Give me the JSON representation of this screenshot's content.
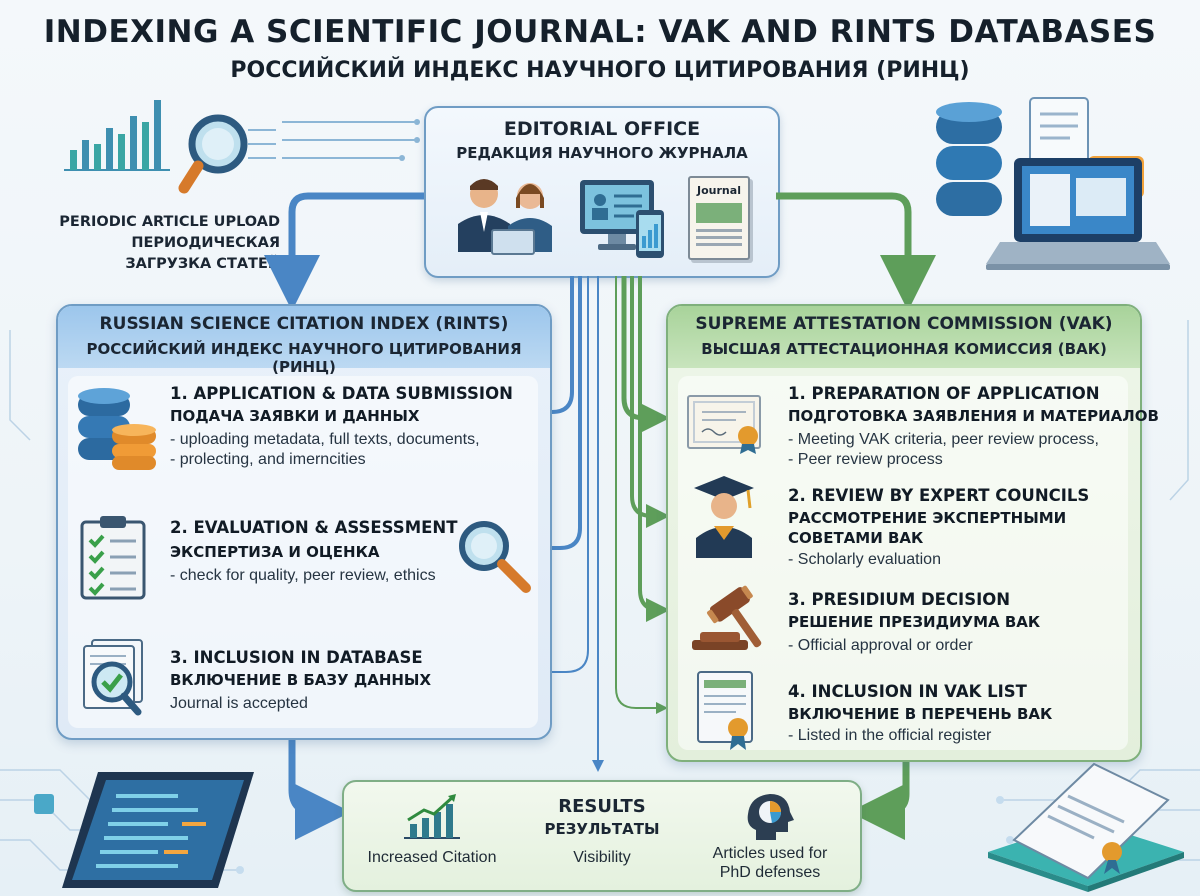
{
  "title": {
    "en": "INDEXING A SCIENTIFIC JOURNAL: VAK AND RINTS DATABASES",
    "ru": "РОССИЙСКИЙ ИНДЕКС НАУЧНОГО ЦИТИРОВАНИЯ (РИНЦ)"
  },
  "editorial": {
    "title": "EDITORIAL OFFICE",
    "subtitle": "РЕДАКЦИЯ НАУЧНОГО ЖУРНАЛА",
    "journal_label": "Journal"
  },
  "periodic_upload": {
    "line1": "PERIODIC ARTICLE UPLOAD",
    "line2": "ПЕРИОДИЧЕСКАЯ",
    "line3": "ЗАГРУЗКА СТАТЕЙ"
  },
  "rints": {
    "title": "RUSSIAN SCIENCE CITATION INDEX (RINTS)",
    "subtitle": "РОССИЙСКИЙ ИНДЕКС НАУЧНОГО ЦИТИРОВАНИЯ (РИНЦ)",
    "steps": [
      {
        "en": "1. APPLICATION & DATA SUBMISSION",
        "ru": "ПОДАЧА ЗАЯВКИ И ДАННЫХ",
        "desc1": "- uploading metadata, full texts, documents,",
        "desc2": "- prolecting, and imerncities",
        "icon": "database-icon"
      },
      {
        "en": "2. EVALUATION & ASSESSMENT",
        "ru": "ЭКСПЕРТИЗА И ОЦЕНКА",
        "desc1": "- check for quality, peer review, ethics",
        "icon": "checklist-icon"
      },
      {
        "en": "3. INCLUSION IN DATABASE",
        "ru": "ВКЛЮЧЕНИЕ В БАЗУ ДАННЫХ",
        "desc1": "Journal is accepted",
        "icon": "document-check-icon"
      }
    ]
  },
  "vak": {
    "title": "SUPREME ATTESTATION COMMISSION (VAK)",
    "subtitle": "ВЫСШАЯ АТТЕСТАЦИОННАЯ КОМИССИЯ (ВАК)",
    "steps": [
      {
        "en": "1. PREPARATION OF APPLICATION",
        "ru": "ПОДГОТОВКА ЗАЯВЛЕНИЯ И МАТЕРИАЛОВ",
        "desc1": "- Meeting VAK criteria, peer review process,",
        "desc2": "- Peer review process",
        "icon": "certificate-icon"
      },
      {
        "en": "2. REVIEW BY EXPERT COUNCILS",
        "ru": "РАССМОТРЕНИЕ ЭКСПЕРТНЫМИ",
        "ru2": "СОВЕТАМИ ВАК",
        "desc1": "- Scholarly evaluation",
        "icon": "graduate-icon"
      },
      {
        "en": "3. PRESIDIUM DECISION",
        "ru": "РЕШЕНИЕ ПРЕЗИДИУМА ВАК",
        "desc1": "- Official approval or order",
        "icon": "gavel-icon"
      },
      {
        "en": "4. INCLUSION IN VAK LIST",
        "ru": "ВКЛЮЧЕНИЕ В ПЕРЕЧЕНЬ ВАК",
        "desc1": "- Listed in the official register",
        "icon": "official-document-icon"
      }
    ]
  },
  "results": {
    "title": "RESULTS",
    "subtitle": "РЕЗУЛЬТАТЫ",
    "items": [
      {
        "label": "Increased Citation",
        "icon": "growth-chart-icon"
      },
      {
        "label": "Visibility"
      },
      {
        "label1": "Articles used for",
        "label2": "PhD defenses",
        "icon": "head-analytics-icon"
      }
    ]
  },
  "colors": {
    "rints_blue": "#4a86c5",
    "vak_green": "#5e9e5a",
    "results_green": "#7fae86"
  }
}
